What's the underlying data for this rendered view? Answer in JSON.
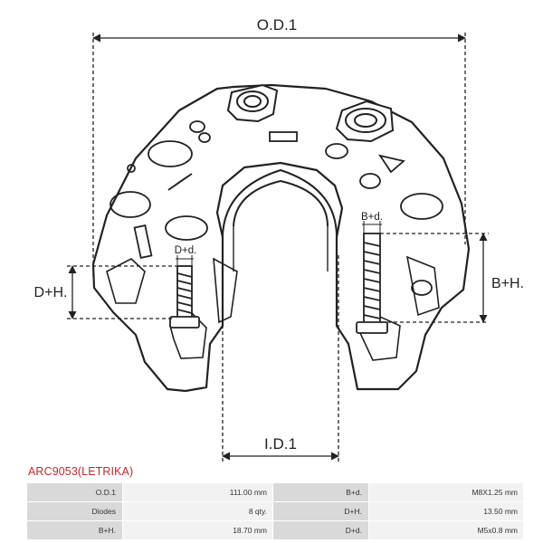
{
  "dimension_labels": {
    "od": "O.D.1",
    "id": "I.D.1",
    "dh": "D+H.",
    "bh": "B+H.",
    "bd": "B+d.",
    "dd": "D+d."
  },
  "part_title": "ARC9053(LETRIKA)",
  "specs": [
    [
      {
        "label": "O.D.1",
        "value": "111.00 mm"
      },
      {
        "label": "B+d.",
        "value": "M8X1.25 mm"
      }
    ],
    [
      {
        "label": "Diodes",
        "value": "8 qty."
      },
      {
        "label": "D+H.",
        "value": "13.50 mm"
      }
    ],
    [
      {
        "label": "B+H.",
        "value": "18.70 mm"
      },
      {
        "label": "D+d.",
        "value": "M5x0.8 mm"
      }
    ]
  ],
  "colors": {
    "title": "#c0282d",
    "key_cell": "#d9d9d9",
    "value_cell": "#f2f2f2"
  }
}
